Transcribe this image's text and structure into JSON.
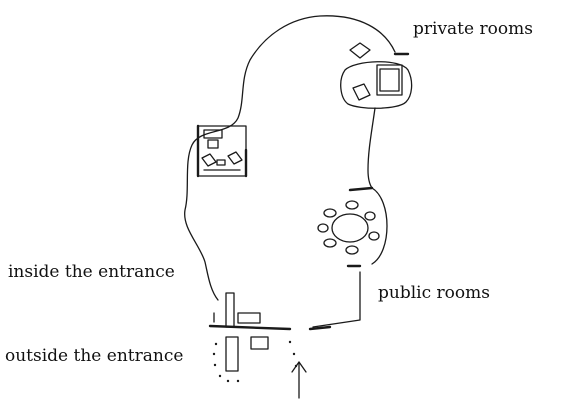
{
  "labels": {
    "private_rooms": "private rooms",
    "inside_entrance": "inside the entrance",
    "public_rooms": "public rooms",
    "outside_entrance": "outside the entrance"
  },
  "icons": [
    "arrow-up-icon"
  ],
  "colors": {
    "ink": "#1a1a1a",
    "background": "#ffffff"
  }
}
